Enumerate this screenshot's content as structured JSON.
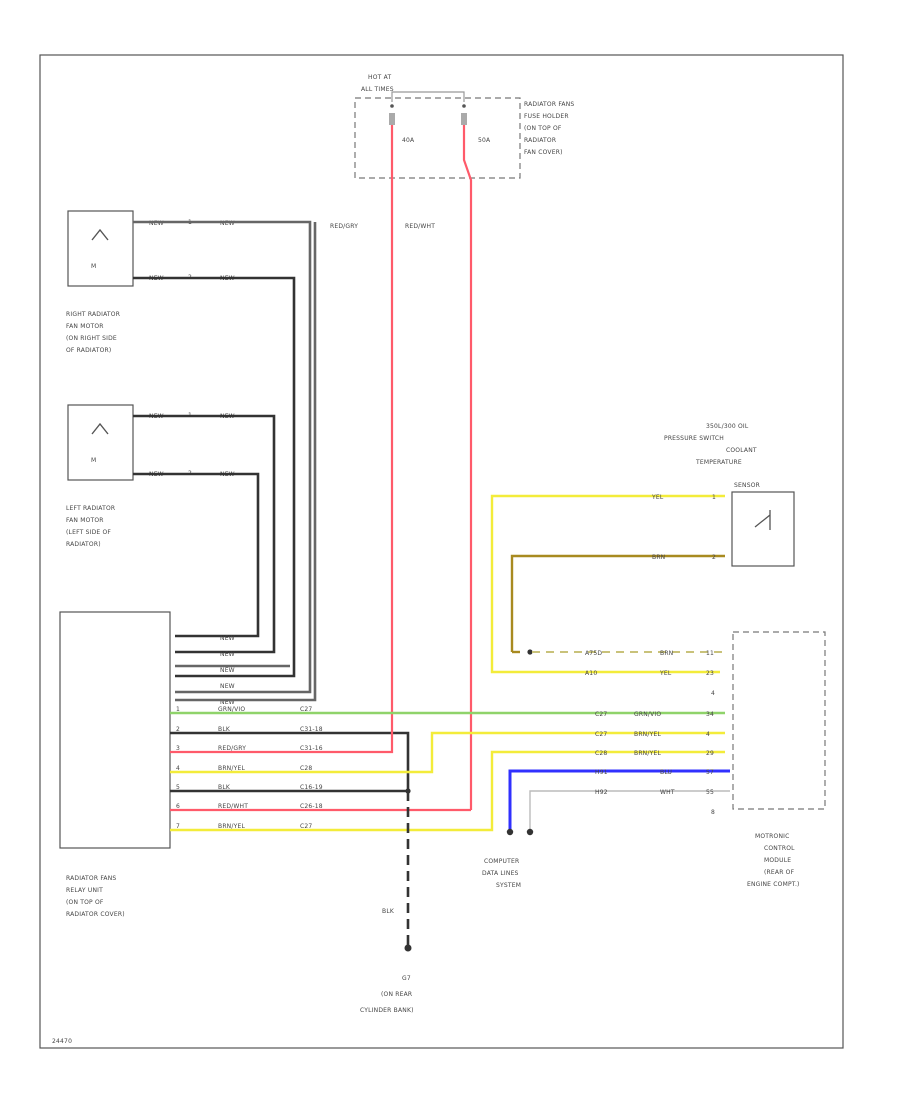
{
  "fuse_block": {
    "header": [
      "HOT AT",
      "ALL TIMES"
    ],
    "fuse_left": "40A",
    "fuse_right": "50A",
    "caption": [
      "RADIATOR FANS",
      "FUSE HOLDER",
      "(ON TOP OF",
      "RADIATOR",
      "FAN COVER)"
    ]
  },
  "fuse_wires": {
    "left": "RED/GRY",
    "right": "RED/WHT"
  },
  "right_fan": {
    "caption": [
      "RIGHT RADIATOR",
      "FAN MOTOR",
      "(ON RIGHT SIDE",
      "OF RADIATOR)"
    ],
    "pins": [
      {
        "wire": "NEW",
        "num": "1"
      },
      {
        "wire": "NEW",
        "num": "2"
      }
    ],
    "pin_wires": [
      "NEW",
      "NEW"
    ]
  },
  "left_fan": {
    "caption": [
      "LEFT RADIATOR",
      "FAN MOTOR",
      "(LEFT SIDE OF",
      "RADIATOR)"
    ],
    "pins": [
      {
        "wire": "NEW",
        "num": "1"
      },
      {
        "wire": "NEW",
        "num": "2"
      }
    ],
    "pin_wires": [
      "NEW",
      "NEW"
    ]
  },
  "relay_unit": {
    "caption": [
      "RADIATOR FANS",
      "RELAY UNIT",
      "(ON TOP OF",
      "RADIATOR COVER)"
    ],
    "upper_wires": [
      "NEW",
      "NEW",
      "NEW",
      "NEW",
      "NEW"
    ],
    "rows": [
      {
        "pin": "1",
        "wire": "GRN/VIO",
        "code": "C27"
      },
      {
        "pin": "2",
        "wire": "BLK",
        "code": "C31-18"
      },
      {
        "pin": "3",
        "wire": "RED/GRY",
        "code": "C31-16"
      },
      {
        "pin": "4",
        "wire": "BRN/YEL",
        "code": "C28"
      },
      {
        "pin": "5",
        "wire": "BLK",
        "code": "C16-19"
      },
      {
        "pin": "6",
        "wire": "RED/WHT",
        "code": "C26-18"
      },
      {
        "pin": "7",
        "wire": "BRN/YEL",
        "code": "C27"
      }
    ]
  },
  "ground": {
    "wire": "BLK",
    "caption": [
      "G7",
      "(ON REAR",
      "CYLINDER BANK)"
    ]
  },
  "oil_switch": {
    "caption": [
      "350L/300 OIL",
      "PRESSURE SWITCH",
      "COOLANT",
      "TEMPERATURE"
    ],
    "sensor_tag": "SENSOR",
    "pins": [
      {
        "wire": "YEL",
        "num": "1"
      },
      {
        "wire": "BRN",
        "num": "2"
      }
    ]
  },
  "ecm": {
    "caption": [
      "MOTRONIC",
      "CONTROL",
      "MODULE",
      "(REAR OF",
      "ENGINE COMPT.)"
    ],
    "rows": [
      {
        "code": "A75D",
        "wire": "BRN",
        "pin": "11"
      },
      {
        "code": "A10",
        "wire": "YEL",
        "pin": "23"
      },
      {
        "code": "C27",
        "wire": "GRN/VIO",
        "pin": "34"
      },
      {
        "code": "C27",
        "wire": "BRN/YEL",
        "pin": "4"
      },
      {
        "code": "C28",
        "wire": "BRN/YEL",
        "pin": "29"
      },
      {
        "code": "H91",
        "wire": "BLU",
        "pin": "57"
      },
      {
        "code": "H92",
        "wire": "WHT",
        "pin": "55"
      }
    ],
    "extra_pins": [
      "4",
      "8"
    ]
  },
  "data_lines": {
    "caption": [
      "COMPUTER",
      "DATA LINES",
      "SYSTEM"
    ]
  },
  "footer_code": "24470"
}
